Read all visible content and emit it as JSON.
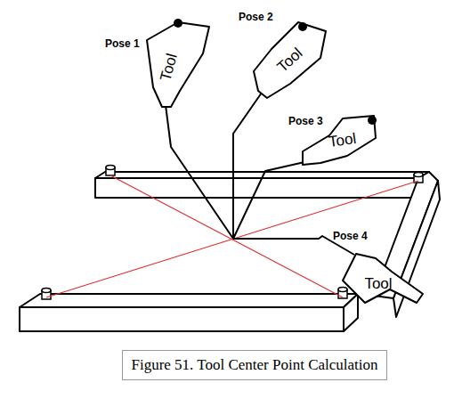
{
  "diagram": {
    "caption": "Figure 51. Tool Center Point Calculation",
    "nodes": [
      {
        "text": [
          "Pose 1",
          "Tool"
        ]
      },
      {
        "text": [
          "Pose 2",
          "Tool"
        ]
      },
      {
        "text": [
          "Pose 3",
          "Tool"
        ]
      },
      {
        "text": [
          "Pose 4",
          "Tool"
        ]
      }
    ]
  }
}
